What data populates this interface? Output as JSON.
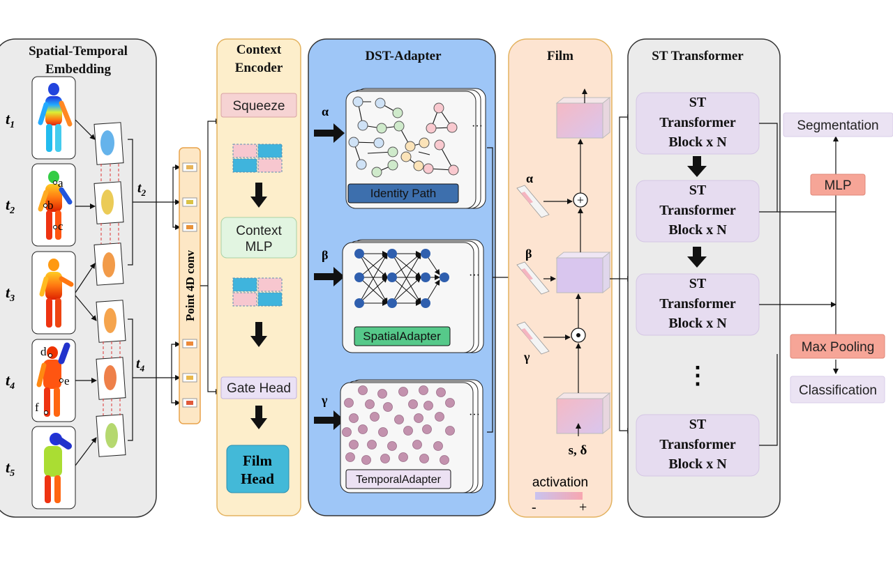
{
  "panels": {
    "spatial_temporal": {
      "title_line1": "Spatial-Temporal",
      "title_line2": "Embedding"
    },
    "context_encoder": {
      "title_line1": "Context",
      "title_line2": "Encoder"
    },
    "dst_adapter": {
      "title": "DST-Adapter"
    },
    "film": {
      "title": "Film"
    },
    "st_transformer": {
      "title": "ST Transformer"
    }
  },
  "frames": [
    {
      "label": "t",
      "sub": "1"
    },
    {
      "label": "t",
      "sub": "2"
    },
    {
      "label": "t",
      "sub": "3"
    },
    {
      "label": "t",
      "sub": "4"
    },
    {
      "label": "t",
      "sub": "5"
    }
  ],
  "group_labels": [
    {
      "label": "t",
      "sub": "2"
    },
    {
      "label": "t",
      "sub": "4"
    }
  ],
  "keypoints": [
    "a",
    "b",
    "c",
    "d",
    "e",
    "f"
  ],
  "point_conv": {
    "label": "Point 4D conv"
  },
  "encoder": {
    "squeeze": "Squeeze",
    "context_mlp_line1": "Context",
    "context_mlp_line2": "MLP",
    "gate_head": "Gate Head",
    "film_head_line1": "Film",
    "film_head_line2": "Head"
  },
  "adapter": {
    "alpha": "α",
    "beta": "β",
    "gamma": "γ",
    "identity_path": "Identity Path",
    "spatial_adapter": "SpatialAdapter",
    "temporal_adapter": "TemporalAdapter",
    "ellipsis": "···"
  },
  "film": {
    "alpha": "α",
    "beta": "β",
    "gamma": "γ",
    "s_delta": "s, δ",
    "plus_op": "+",
    "dot_op": "⊙",
    "activation": "activation",
    "minus": "-",
    "plus": "+"
  },
  "st_blocks": {
    "line1": "ST",
    "line2": "Transformer",
    "line3": "Block x N",
    "vdots": "⋮"
  },
  "outputs": {
    "segmentation": "Segmentation",
    "mlp": "MLP",
    "max_pooling": "Max Pooling",
    "classification": "Classification"
  },
  "colors": {
    "panel_gray": "#ebebeb",
    "encoder_yellow": "#fdeecb",
    "adapter_blue": "#9ec6f7",
    "film_peach": "#fde4d1",
    "block_lavender": "#e6dcf0",
    "squeeze_pink": "#f6d3d3",
    "mlp_green": "#e2f5e1",
    "film_head_cyan": "#43b9d8",
    "identity_blue": "#3d6fad",
    "spatial_green": "#56c98a",
    "temporal_lavender": "#ece1f3",
    "output_red": "#f6a597"
  }
}
